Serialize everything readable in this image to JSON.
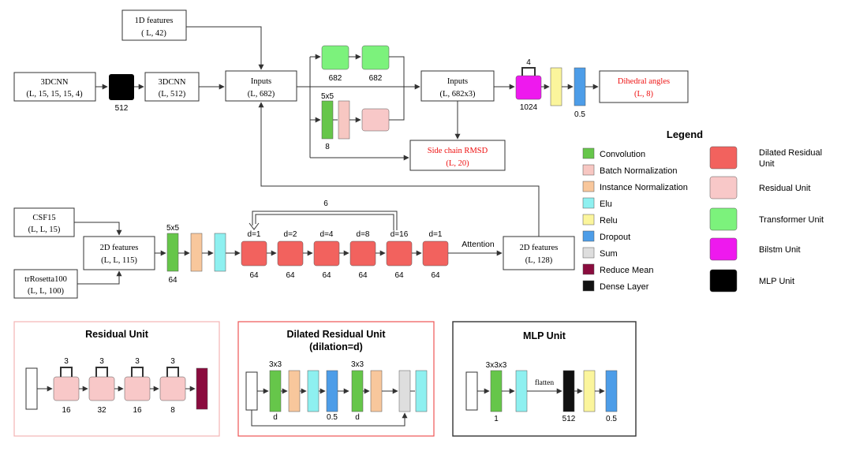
{
  "colors": {
    "convolution": "#66c64a",
    "batch_norm": "#f7c7c2",
    "instance_norm": "#f8c79c",
    "elu": "#8ef0f0",
    "relu": "#fbf59c",
    "dropout": "#4d9de8",
    "sum": "#dedede",
    "reduce_mean": "#8a0c3e",
    "dense": "#111111",
    "dilated_residual": "#f2625e",
    "residual": "#f8c8c8",
    "transformer": "#7cf27c",
    "bilstm": "#ee19ee",
    "mlp": "#000000",
    "output_text": "#ee1111",
    "residual_panel_border": "#f2b4b4",
    "dilated_panel_border": "#ee5555",
    "mlp_panel_border": "#333333"
  },
  "inputs": {
    "cnn3d_in": [
      "3DCNN",
      "(L, 15, 15, 15, 4)"
    ],
    "cnn3d_out": [
      "3DCNN",
      "(L, 512)"
    ],
    "features_1d": [
      "1D features",
      "( L, 42)"
    ],
    "inputs_main": [
      "Inputs",
      "(L, 682)"
    ],
    "inputs_concat": [
      "Inputs",
      "(L, 682x3)"
    ],
    "csf15": [
      "CSF15",
      "(L, L, 15)"
    ],
    "trrosetta": [
      "trRosetta100",
      "(L, L, 100)"
    ],
    "features_2d_in": [
      "2D features",
      "(L, L, 115)"
    ],
    "features_2d_out": [
      "2D features",
      "(L, 128)"
    ]
  },
  "outputs": {
    "dihedral": [
      "Dihedral angles",
      "(L, 8)"
    ],
    "side_chain": [
      "Side chain RMSD",
      "(L, 20)"
    ]
  },
  "labels": {
    "mlp_512": "512",
    "transformer_682_a": "682",
    "transformer_682_b": "682",
    "conv_5x5_top": "5x5",
    "conv_8": "8",
    "bilstm_repeat": "4",
    "bilstm_1024": "1024",
    "dropout_05": "0.5",
    "conv_5x5_2d": "5x5",
    "conv_64": "64",
    "repeat_6": "6",
    "attention": "Attention",
    "dilations": [
      "d=1",
      "d=2",
      "d=4",
      "d=8",
      "d=16",
      "d=1"
    ],
    "dilated_channels": [
      "64",
      "64",
      "64",
      "64",
      "64",
      "64"
    ]
  },
  "legend": {
    "title": "Legend",
    "left": [
      {
        "key": "convolution",
        "label": "Convolution"
      },
      {
        "key": "batch_norm",
        "label": "Batch Normalization"
      },
      {
        "key": "instance_norm",
        "label": "Instance Normalization"
      },
      {
        "key": "elu",
        "label": "Elu"
      },
      {
        "key": "relu",
        "label": "Relu"
      },
      {
        "key": "dropout",
        "label": "Dropout"
      },
      {
        "key": "sum",
        "label": "Sum"
      },
      {
        "key": "reduce_mean",
        "label": "Reduce Mean"
      },
      {
        "key": "dense",
        "label": "Dense Layer"
      }
    ],
    "right": [
      {
        "key": "dilated_residual",
        "label": "Dilated Residual Unit"
      },
      {
        "key": "residual",
        "label": "Residual Unit"
      },
      {
        "key": "transformer",
        "label": "Transformer Unit"
      },
      {
        "key": "bilstm",
        "label": "Bilstm Unit"
      },
      {
        "key": "mlp",
        "label": "MLP Unit"
      }
    ]
  },
  "residual_unit": {
    "title": "Residual Unit",
    "repeats": [
      "3",
      "3",
      "3",
      "3"
    ],
    "channels": [
      "16",
      "32",
      "16",
      "8"
    ]
  },
  "dilated_unit": {
    "title_line1": "Dilated Residual Unit",
    "title_line2": "(dilation=d)",
    "kernel_a": "3x3",
    "kernel_b": "3x3",
    "ch_a": "d",
    "dropout": "0.5",
    "ch_b": "d"
  },
  "mlp_unit": {
    "title": "MLP Unit",
    "kernel": "3x3x3",
    "conv_ch": "1",
    "flatten": "flatten",
    "dense_ch": "512",
    "dropout": "0.5"
  }
}
